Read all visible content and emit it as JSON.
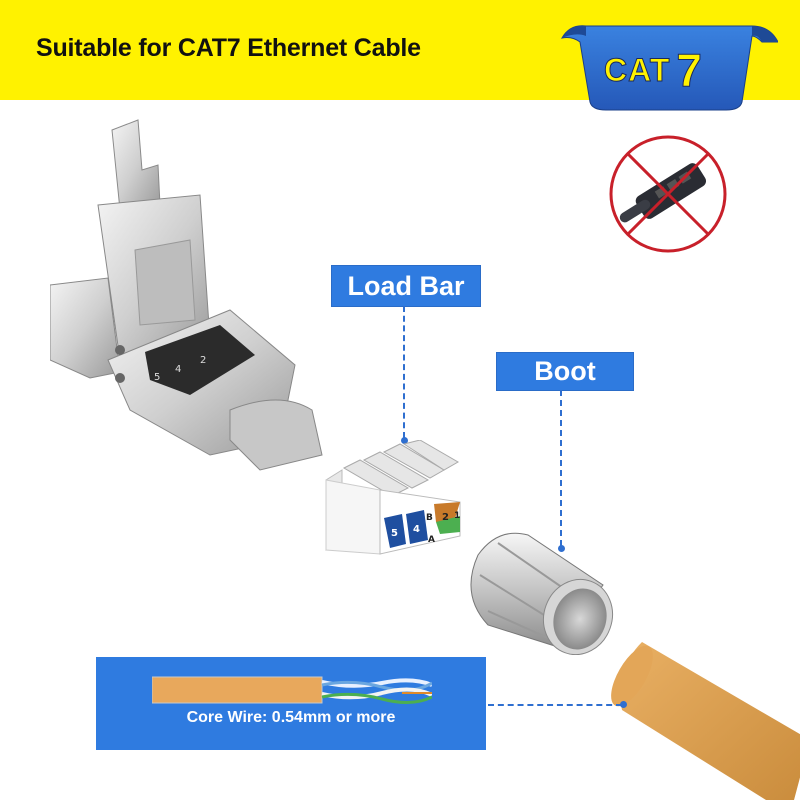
{
  "banner": {
    "title": "Suitable for CAT7 Ethernet Cable",
    "background_color": "#fff200",
    "badge": {
      "category": "CAT",
      "number": "7",
      "ribbon_color": "#2f6fd0",
      "text_color": "#fff200"
    }
  },
  "callouts": {
    "load_bar": "Load Bar",
    "boot": "Boot",
    "label_color": "#2f7be0"
  },
  "core_wire": {
    "label": "Core Wire:  0.54mm or more",
    "box_color": "#2f7be0",
    "cable_color": "#e8a85c"
  },
  "load_bar_pins": [
    {
      "label": "5",
      "color": "#1f4fa0"
    },
    {
      "label": "4",
      "color": "#1f4fa0"
    },
    {
      "label": "B",
      "color": "#ffffff"
    },
    {
      "label": "A",
      "color": "#ffffff"
    },
    {
      "label": "2",
      "color": "#c87a2a"
    },
    {
      "label": "1",
      "color": "#4caf50"
    }
  ],
  "icons": {
    "no_crimp_tool": "no-crimping-tool-icon",
    "connector": "rj45-connector-illustration",
    "load_bar": "load-bar-illustration",
    "boot": "boot-sleeve-illustration",
    "cable": "ethernet-cable-illustration"
  },
  "prohibition_color": "#c8202a"
}
